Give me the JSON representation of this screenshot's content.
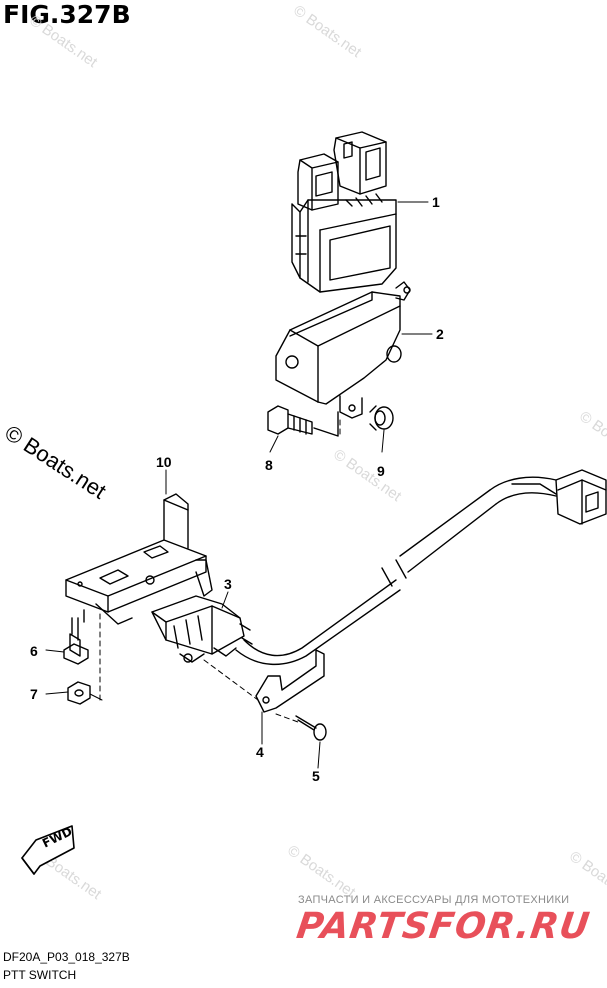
{
  "figure": {
    "title": "FIG.327B",
    "code": "DF20A_P03_018_327B",
    "caption": "PTT SWITCH"
  },
  "watermarks": {
    "light": "© Boats.net",
    "main": "© Boats.net"
  },
  "fwd_label": "FWD",
  "callouts": [
    {
      "id": "1",
      "part": "ptt-switch-unit"
    },
    {
      "id": "2",
      "part": "switch-case"
    },
    {
      "id": "3",
      "part": "ptt-switch"
    },
    {
      "id": "4",
      "part": "wire-clamp"
    },
    {
      "id": "5",
      "part": "screw"
    },
    {
      "id": "6",
      "part": "bolt"
    },
    {
      "id": "7",
      "part": "nut"
    },
    {
      "id": "8",
      "part": "bolt"
    },
    {
      "id": "9",
      "part": "grommet"
    },
    {
      "id": "10",
      "part": "bracket"
    }
  ],
  "shop": {
    "tagline": "ЗАПЧАСТИ И АКСЕССУАРЫ ДЛЯ МОТОТЕХНИКИ",
    "logo": "PARTSFOR.RU"
  },
  "colors": {
    "line": "#000000",
    "watermark": "#d9d9d9",
    "logo": "#e8505a"
  }
}
